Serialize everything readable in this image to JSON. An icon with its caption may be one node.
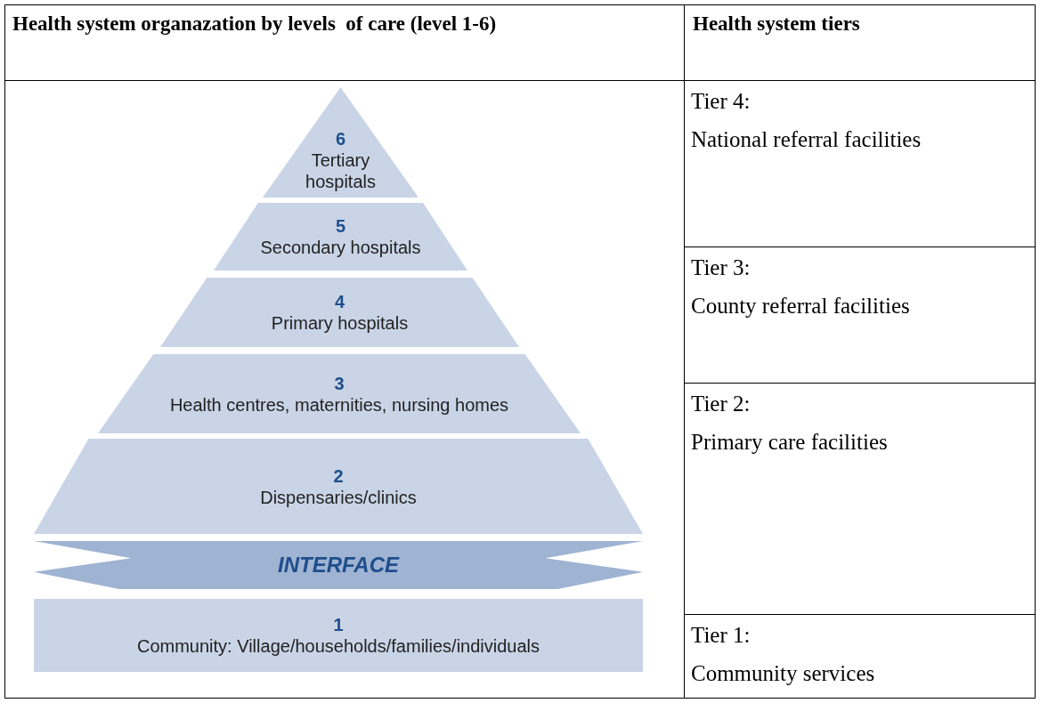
{
  "diagram": {
    "nodes": [
      {
        "text": [
          "6",
          "Tertiary hospitals"
        ]
      },
      {
        "text": [
          "5",
          "Secondary hospitals"
        ]
      },
      {
        "text": [
          "4",
          "Primary hospitals"
        ]
      },
      {
        "text": [
          "3",
          "Health centres, maternities, nursing homes"
        ]
      },
      {
        "text": [
          "2",
          "Dispensaries/clinics"
        ]
      },
      {
        "text": [
          "INTERFACE"
        ]
      },
      {
        "text": [
          "1",
          "Community: Village/households/families/individuals"
        ]
      }
    ],
    "labels": [
      "Health system organazation by levels  of care (level 1-6)",
      "Health system tiers",
      "Tier 4:",
      "National referral facilities",
      "Tier 3:",
      "County referral facilities",
      "Tier 2:",
      "Primary care facilities",
      "Tier 1:",
      "Community services"
    ]
  }
}
